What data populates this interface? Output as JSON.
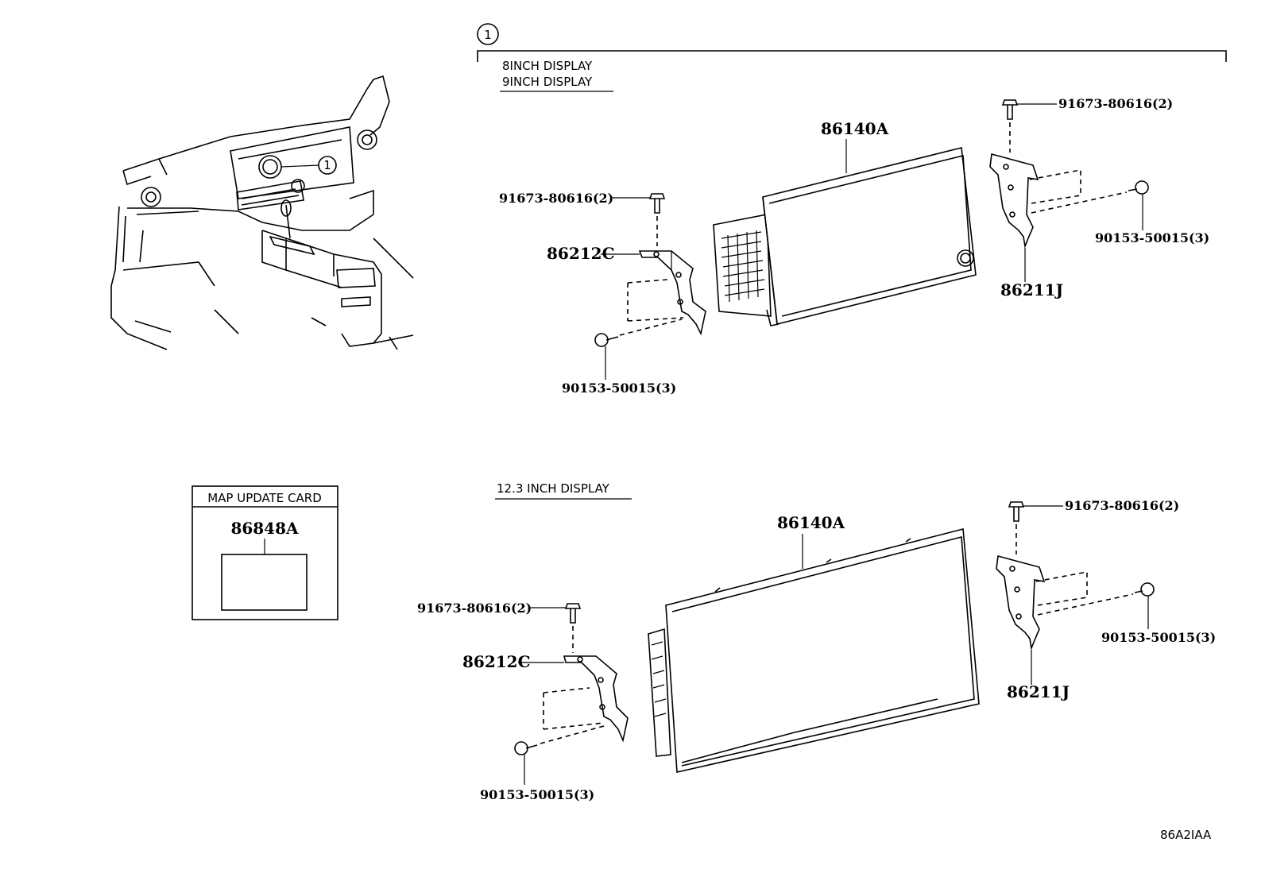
{
  "callout": "1",
  "upper": {
    "heading_a": "8INCH DISPLAY",
    "heading_b": "9INCH DISPLAY",
    "display_part": "86140A",
    "left_bracket": "86212C",
    "right_bracket": "86211J",
    "left_top_screw": "91673-80616(2)",
    "left_bottom_bolt": "90153-50015(3)",
    "right_top_screw": "91673-80616(2)",
    "right_bolt": "90153-50015(3)"
  },
  "lower": {
    "heading": "12.3 INCH DISPLAY",
    "display_part": "86140A",
    "left_bracket": "86212C",
    "right_bracket": "86211J",
    "left_top_screw": "91673-80616(2)",
    "left_bottom_bolt": "90153-50015(3)",
    "right_top_screw": "91673-80616(2)",
    "right_bolt": "90153-50015(3)"
  },
  "map_card": {
    "title": "MAP UPDATE CARD",
    "part": "86848A"
  },
  "figure_code": "86A2IAA"
}
